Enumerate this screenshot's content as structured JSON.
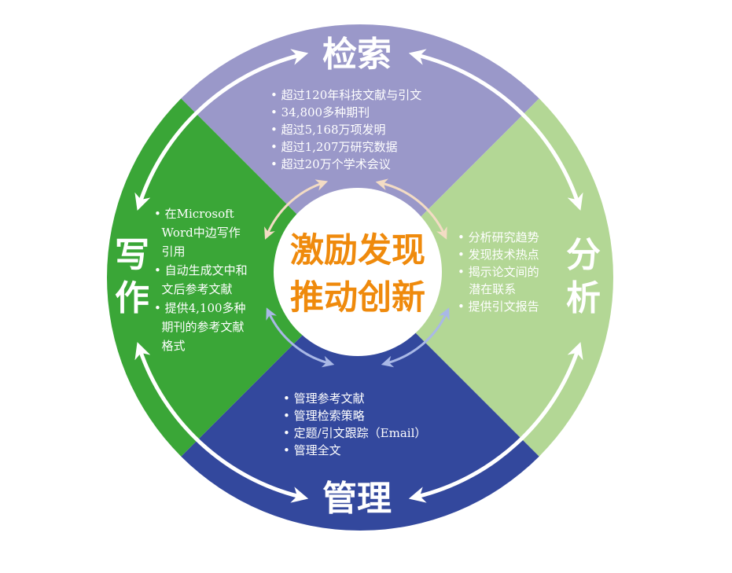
{
  "center": {
    "line1": "激励发现",
    "line2": "推动创新"
  },
  "quadrants": {
    "top": {
      "title": "检索",
      "color": "#9a98c9",
      "items": [
        "• 超过120年科技文献与引文",
        "• 34,800多种期刊",
        "• 超过5,168万项发明",
        "• 超过1,207万研究数据",
        "• 超过20万个学术会议"
      ]
    },
    "right": {
      "title_chars": [
        "分",
        "析"
      ],
      "color": "#b3d795",
      "items": [
        "• 分析研究趋势",
        "• 发现技术热点",
        "• 揭示论文间的",
        "   潜在联系",
        "• 提供引文报告"
      ]
    },
    "bottom": {
      "title": "管理",
      "color": "#33489d",
      "items": [
        "• 管理参考文献",
        "• 管理检索策略",
        "• 定题/引文跟踪（Email）",
        "• 管理全文"
      ]
    },
    "left": {
      "title_chars": [
        "写",
        "作"
      ],
      "color": "#3aa637",
      "items": [
        "• 在Microsoft",
        "  Word中边写作",
        "  引用",
        "• 自动生成文中和",
        "  文后参考文献",
        "• 提供4,100多种",
        "  期刊的参考文献",
        "  格式"
      ]
    }
  },
  "colors": {
    "center_fill": "#ffffff",
    "center_text": "#ef8a0c",
    "arrow_outer": "#ffffff",
    "arrow_inner_light": "#f3dcc4",
    "arrow_inner_blue": "#a9b8e6"
  }
}
